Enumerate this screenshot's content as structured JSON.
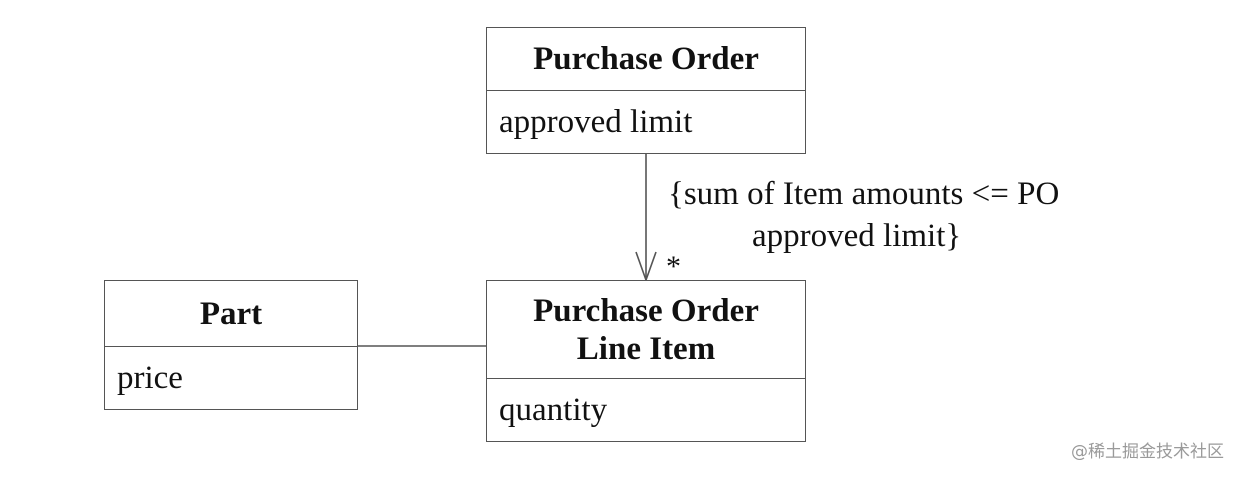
{
  "classes": {
    "purchase_order": {
      "name_lines": [
        "Purchase Order"
      ],
      "attributes": [
        "approved limit"
      ]
    },
    "line_item": {
      "name_lines": [
        "Purchase Order",
        "Line Item"
      ],
      "attributes": [
        "quantity"
      ]
    },
    "part": {
      "name_lines": [
        "Part"
      ],
      "attributes": [
        "price"
      ]
    }
  },
  "association": {
    "constraint_lines": [
      "{sum of Item amounts <= PO",
      "approved limit}"
    ],
    "multiplicity": "*"
  },
  "watermark": "@稀土掘金技术社区"
}
